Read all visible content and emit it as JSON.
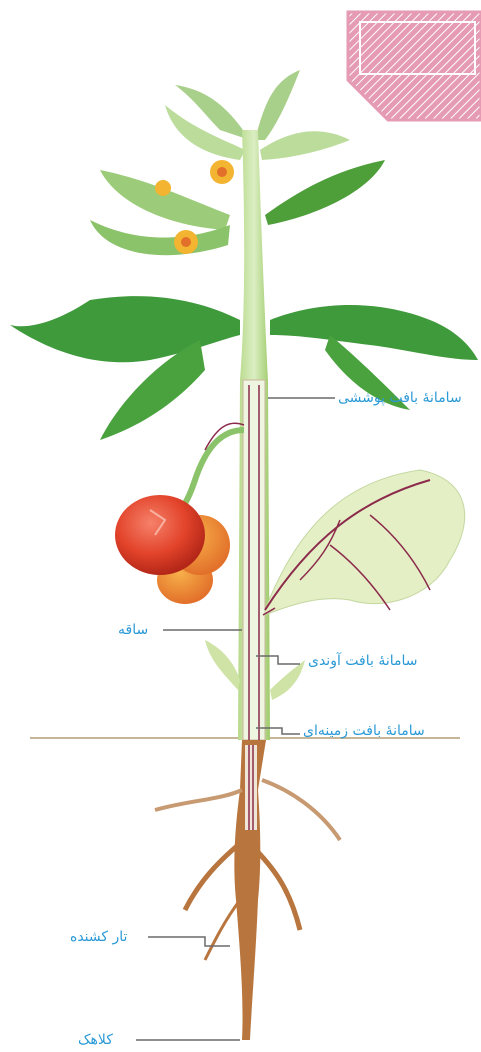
{
  "labels": {
    "epidermal": "سامانهٔ بافت پوششی",
    "stem": "ساقه",
    "vascular": "سامانهٔ بافت آوندی",
    "ground": "سامانهٔ بافت زمینه‌ای",
    "root_hair": "تار کشنده",
    "root_cap": "کلاهک"
  },
  "colors": {
    "label": "#2b9ad6",
    "corner_badge": "#e59bb3",
    "stem": "#a8cf6a",
    "leaf": "#3f9a3c",
    "leaf_light": "#a9d08a",
    "root": "#b8753e",
    "vascular_line": "#8b2a4a",
    "tomato": "#e2432a"
  },
  "icons": {
    "corner_badge": "striped-pink-badge-icon"
  }
}
